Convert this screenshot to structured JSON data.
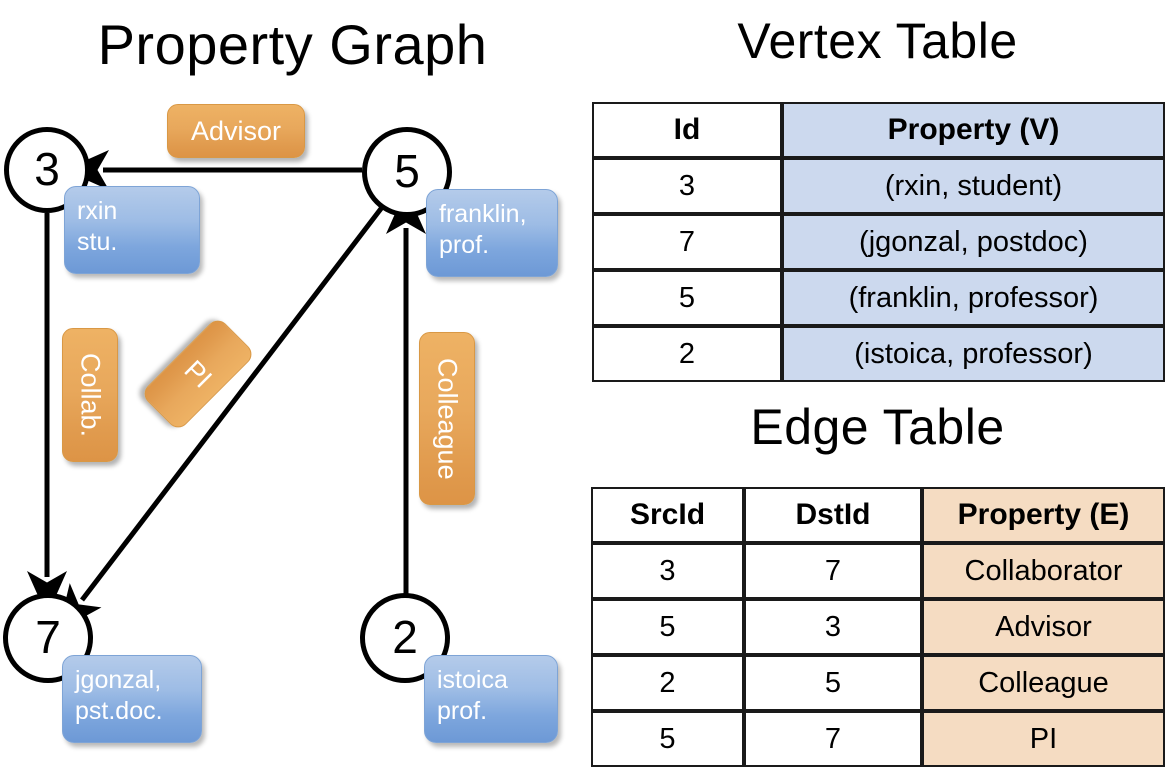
{
  "titles": {
    "property_graph": "Property Graph",
    "vertex_table": "Vertex Table",
    "edge_table": "Edge Table"
  },
  "graph": {
    "nodes": [
      {
        "id": "3",
        "property": "rxin\nstu."
      },
      {
        "id": "5",
        "property": "franklin,\nprof."
      },
      {
        "id": "7",
        "property": "jgonzal,\npst.doc."
      },
      {
        "id": "2",
        "property": "istoica\nprof."
      }
    ],
    "node_labels": {
      "n3": "3",
      "n5": "5",
      "n7": "7",
      "n2": "2"
    },
    "property_boxes": {
      "rxin_line1": "rxin",
      "rxin_line2": "stu.",
      "franklin_line1": "franklin,",
      "franklin_line2": "prof.",
      "jgonzal_line1": "jgonzal,",
      "jgonzal_line2": "pst.doc.",
      "istoica_line1": "istoica",
      "istoica_line2": "prof."
    },
    "edge_labels": {
      "advisor": "Advisor",
      "collab": "Collab.",
      "pi": "PI",
      "colleague": "Colleague"
    },
    "edges": [
      {
        "from": "5",
        "to": "3",
        "label": "Advisor"
      },
      {
        "from": "3",
        "to": "7",
        "label": "Collab."
      },
      {
        "from": "5",
        "to": "7",
        "label": "PI"
      },
      {
        "from": "2",
        "to": "5",
        "label": "Colleague"
      }
    ]
  },
  "vertex_table": {
    "headers": [
      "Id",
      "Property (V)"
    ],
    "rows": [
      {
        "id": "3",
        "property": "(rxin, student)"
      },
      {
        "id": "7",
        "property": "(jgonzal, postdoc)"
      },
      {
        "id": "5",
        "property": "(franklin, professor)"
      },
      {
        "id": "2",
        "property": "(istoica, professor)"
      }
    ]
  },
  "edge_table": {
    "headers": [
      "SrcId",
      "DstId",
      "Property (E)"
    ],
    "rows": [
      {
        "src": "3",
        "dst": "7",
        "property": "Collaborator"
      },
      {
        "src": "5",
        "dst": "3",
        "property": "Advisor"
      },
      {
        "src": "2",
        "dst": "5",
        "property": "Colleague"
      },
      {
        "src": "5",
        "dst": "7",
        "property": "PI"
      }
    ]
  },
  "colors": {
    "vertex_property_fill": "#ccd9ee",
    "edge_property_fill": "#f5dcc2",
    "node_box_blue": "#8fb2e3",
    "edge_label_orange": "#e8a85c"
  }
}
